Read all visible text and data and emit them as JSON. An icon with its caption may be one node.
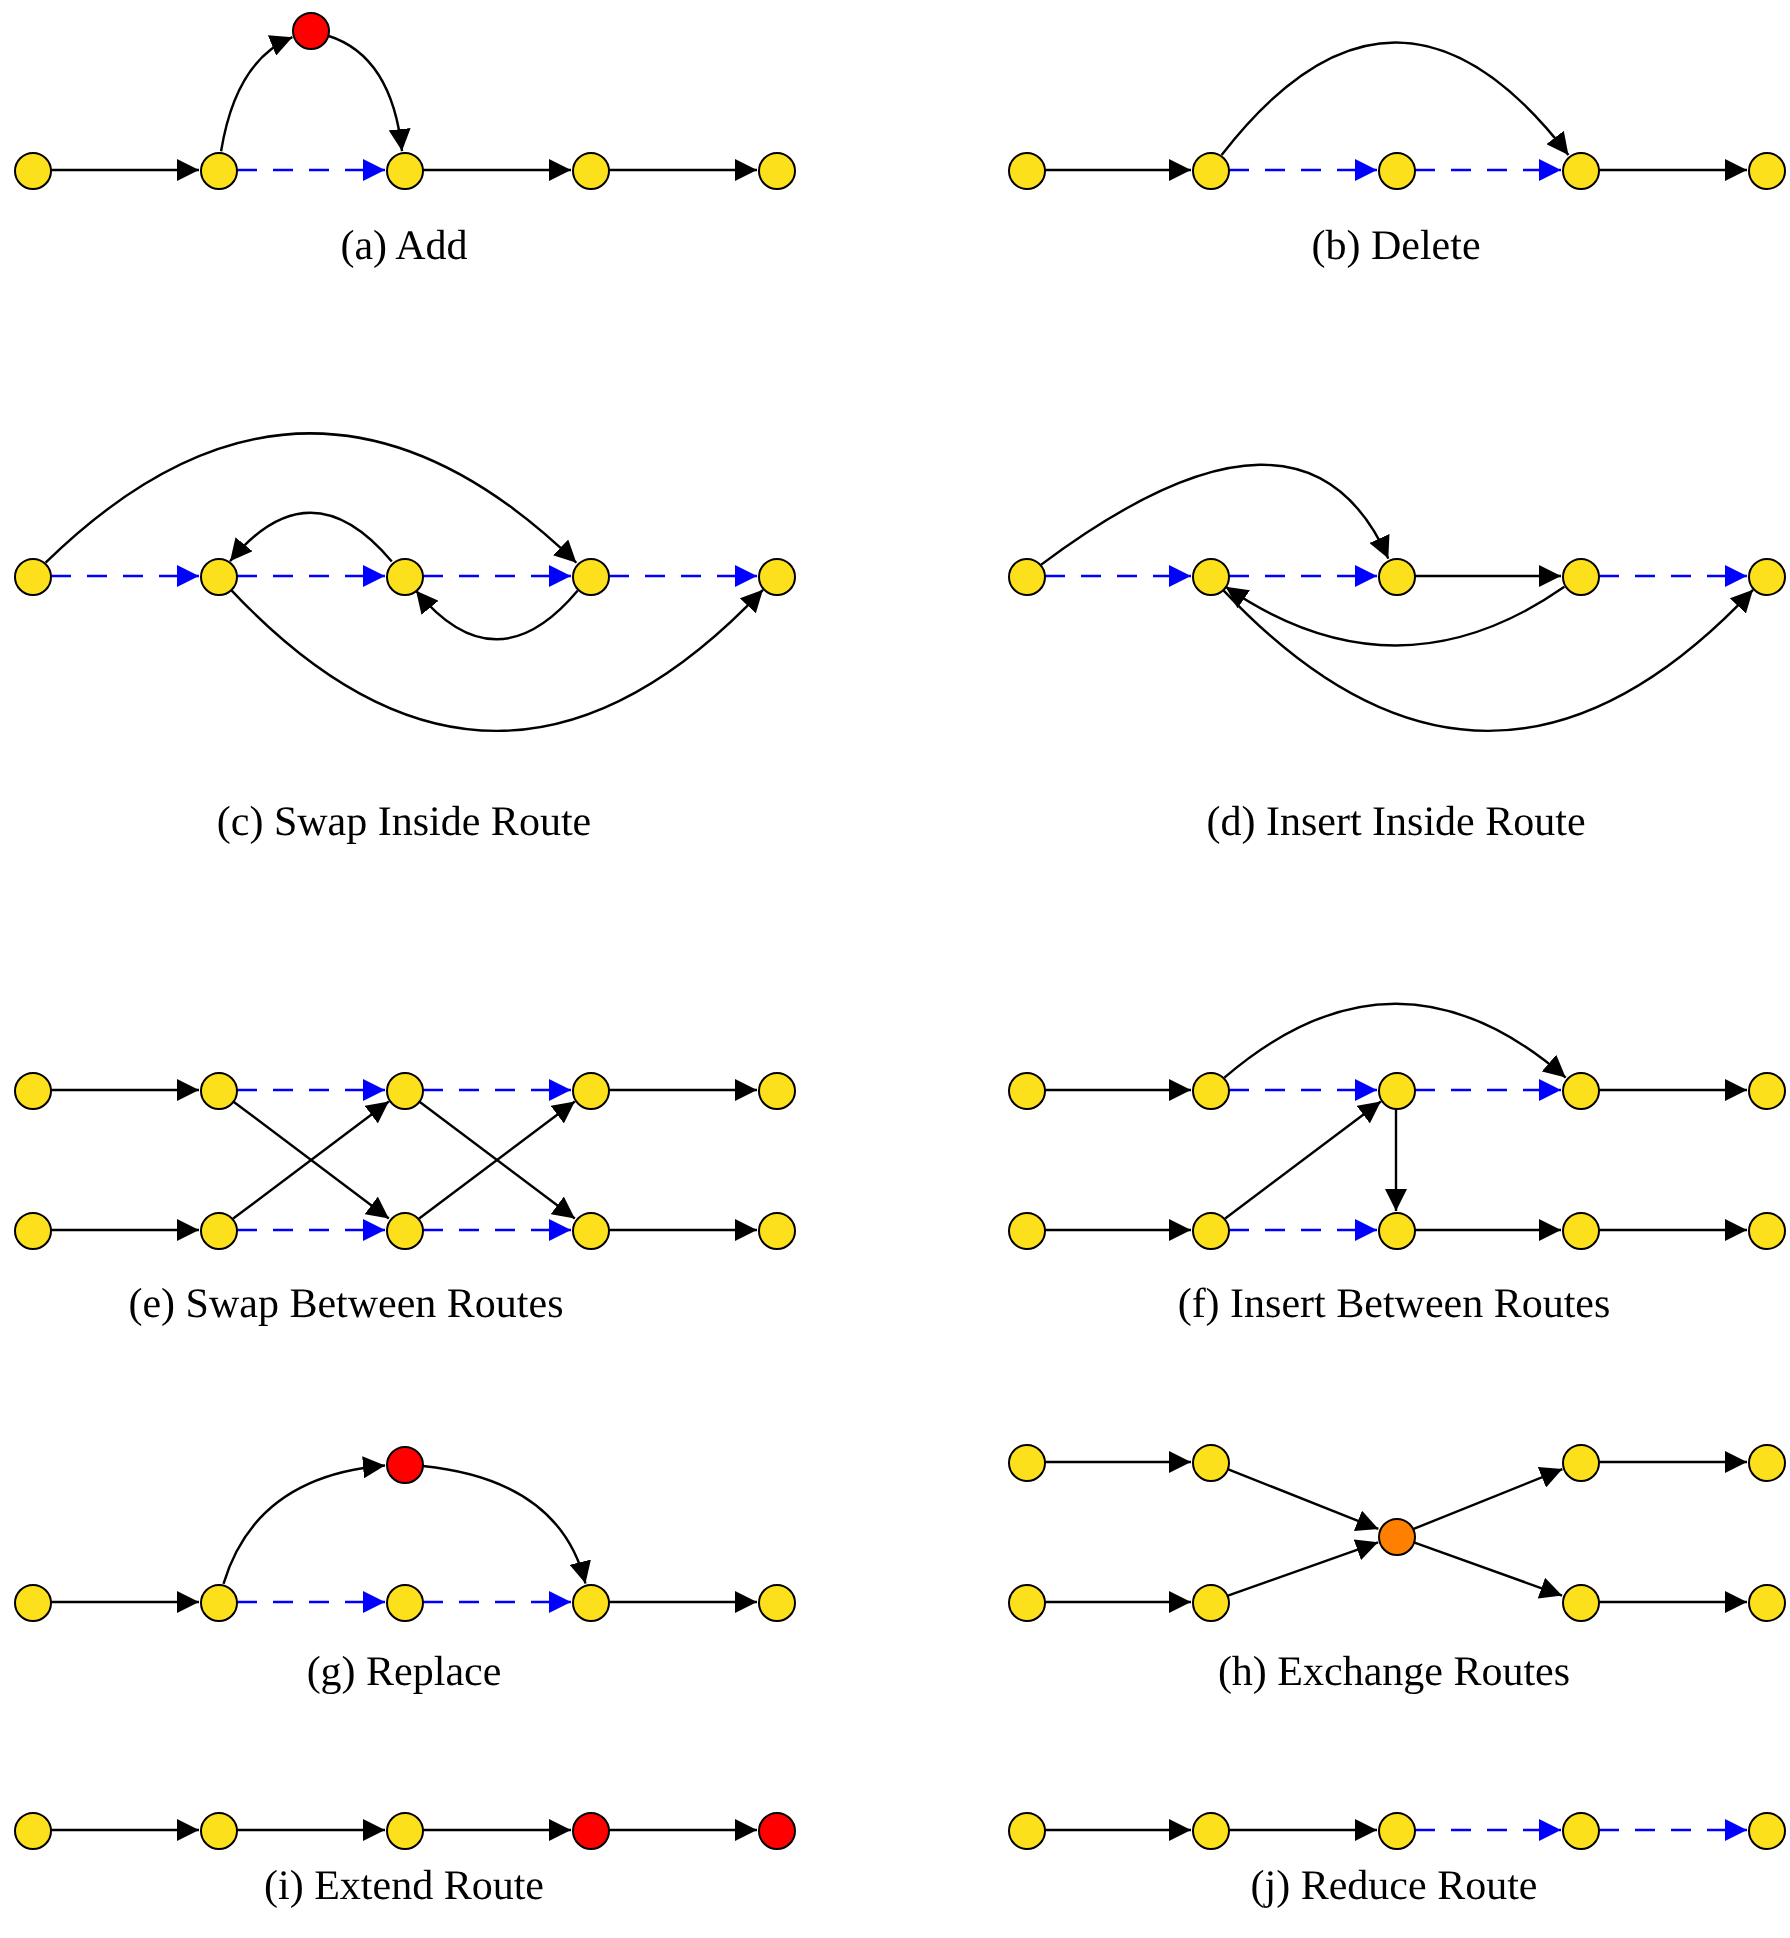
{
  "diagram": {
    "nodes": [
      {
        "text": [],
        "shape": "circle"
      },
      {
        "text": [],
        "shape": "circle"
      },
      {
        "text": [],
        "shape": "circle"
      },
      {
        "text": [],
        "shape": "circle"
      },
      {
        "text": [],
        "shape": "circle"
      },
      {
        "text": [],
        "shape": "circle"
      },
      {
        "text": [],
        "shape": "circle"
      },
      {
        "text": [],
        "shape": "circle"
      },
      {
        "text": [],
        "shape": "circle"
      },
      {
        "text": [],
        "shape": "circle"
      },
      {
        "text": [],
        "shape": "circle"
      },
      {
        "text": [],
        "shape": "circle"
      },
      {
        "text": [],
        "shape": "circle"
      },
      {
        "text": [],
        "shape": "circle"
      },
      {
        "text": [],
        "shape": "circle"
      },
      {
        "text": [],
        "shape": "circle"
      },
      {
        "text": [],
        "shape": "circle"
      },
      {
        "text": [],
        "shape": "circle"
      },
      {
        "text": [],
        "shape": "circle"
      },
      {
        "text": [],
        "shape": "circle"
      },
      {
        "text": [],
        "shape": "circle"
      },
      {
        "text": [],
        "shape": "circle"
      },
      {
        "text": [],
        "shape": "circle"
      },
      {
        "text": [],
        "shape": "circle"
      },
      {
        "text": [],
        "shape": "circle"
      },
      {
        "text": [],
        "shape": "circle"
      },
      {
        "text": [],
        "shape": "circle"
      },
      {
        "text": [],
        "shape": "circle"
      },
      {
        "text": [],
        "shape": "circle"
      },
      {
        "text": [],
        "shape": "circle"
      },
      {
        "text": [],
        "shape": "circle"
      },
      {
        "text": [],
        "shape": "circle"
      },
      {
        "text": [],
        "shape": "circle"
      },
      {
        "text": [],
        "shape": "circle"
      },
      {
        "text": [],
        "shape": "circle"
      },
      {
        "text": [],
        "shape": "circle"
      },
      {
        "text": [],
        "shape": "circle"
      },
      {
        "text": [],
        "shape": "circle"
      },
      {
        "text": [],
        "shape": "circle"
      },
      {
        "text": [],
        "shape": "circle"
      },
      {
        "text": [],
        "shape": "circle"
      },
      {
        "text": [],
        "shape": "circle"
      },
      {
        "text": [],
        "shape": "circle"
      },
      {
        "text": [],
        "shape": "circle"
      },
      {
        "text": [],
        "shape": "circle"
      },
      {
        "text": [],
        "shape": "circle"
      },
      {
        "text": [],
        "shape": "circle"
      },
      {
        "text": [],
        "shape": "circle"
      },
      {
        "text": [],
        "shape": "circle"
      },
      {
        "text": [],
        "shape": "circle"
      },
      {
        "text": [],
        "shape": "circle"
      },
      {
        "text": [],
        "shape": "circle"
      },
      {
        "text": [],
        "shape": "circle"
      },
      {
        "text": [],
        "shape": "circle"
      },
      {
        "text": [],
        "shape": "circle"
      },
      {
        "text": [],
        "shape": "circle"
      },
      {
        "text": [],
        "shape": "circle"
      },
      {
        "text": [],
        "shape": "circle"
      },
      {
        "text": [],
        "shape": "circle"
      },
      {
        "text": [],
        "shape": "circle"
      },
      {
        "text": [],
        "shape": "circle"
      },
      {
        "text": [],
        "shape": "circle"
      },
      {
        "text": [],
        "shape": "circle"
      },
      {
        "text": [],
        "shape": "circle"
      },
      {
        "text": [],
        "shape": "circle"
      },
      {
        "text": [],
        "shape": "circle"
      }
    ],
    "edges": [
      {
        "from": 0,
        "to": 1,
        "arrow": "to"
      },
      {
        "from": 1,
        "to": 2,
        "arrow": "to",
        "style": "dashed",
        "color": "#0000ff"
      },
      {
        "from": 1,
        "to": 5,
        "arrow": "to"
      },
      {
        "from": 5,
        "to": 2,
        "arrow": "to"
      },
      {
        "from": 2,
        "to": 3,
        "arrow": "to"
      },
      {
        "from": 3,
        "to": 4,
        "arrow": "to"
      },
      {
        "from": 6,
        "to": 7,
        "arrow": "to"
      },
      {
        "from": 7,
        "to": 8,
        "arrow": "to",
        "style": "dashed",
        "color": "#0000ff"
      },
      {
        "from": 8,
        "to": 9,
        "arrow": "to",
        "style": "dashed",
        "color": "#0000ff"
      },
      {
        "from": 7,
        "to": 9,
        "arrow": "to"
      },
      {
        "from": 9,
        "to": 10,
        "arrow": "to"
      },
      {
        "from": 11,
        "to": 12,
        "arrow": "to",
        "style": "dashed",
        "color": "#0000ff"
      },
      {
        "from": 12,
        "to": 13,
        "arrow": "to",
        "style": "dashed",
        "color": "#0000ff"
      },
      {
        "from": 13,
        "to": 14,
        "arrow": "to",
        "style": "dashed",
        "color": "#0000ff"
      },
      {
        "from": 14,
        "to": 15,
        "arrow": "to",
        "style": "dashed",
        "color": "#0000ff"
      },
      {
        "from": 11,
        "to": 14,
        "arrow": "to"
      },
      {
        "from": 13,
        "to": 12,
        "arrow": "to"
      },
      {
        "from": 14,
        "to": 13,
        "arrow": "to"
      },
      {
        "from": 12,
        "to": 15,
        "arrow": "to"
      },
      {
        "from": 16,
        "to": 17,
        "arrow": "to",
        "style": "dashed",
        "color": "#0000ff"
      },
      {
        "from": 17,
        "to": 18,
        "arrow": "to",
        "style": "dashed",
        "color": "#0000ff"
      },
      {
        "from": 18,
        "to": 19,
        "arrow": "to"
      },
      {
        "from": 19,
        "to": 20,
        "arrow": "to",
        "style": "dashed",
        "color": "#0000ff"
      },
      {
        "from": 16,
        "to": 18,
        "arrow": "to"
      },
      {
        "from": 19,
        "to": 17,
        "arrow": "to"
      },
      {
        "from": 17,
        "to": 20,
        "arrow": "to"
      },
      {
        "from": 21,
        "to": 22,
        "arrow": "to"
      },
      {
        "from": 22,
        "to": 23,
        "arrow": "to",
        "style": "dashed",
        "color": "#0000ff"
      },
      {
        "from": 23,
        "to": 24,
        "arrow": "to",
        "style": "dashed",
        "color": "#0000ff"
      },
      {
        "from": 24,
        "to": 25,
        "arrow": "to"
      },
      {
        "from": 26,
        "to": 27,
        "arrow": "to"
      },
      {
        "from": 27,
        "to": 28,
        "arrow": "to",
        "style": "dashed",
        "color": "#0000ff"
      },
      {
        "from": 28,
        "to": 29,
        "arrow": "to",
        "style": "dashed",
        "color": "#0000ff"
      },
      {
        "from": 29,
        "to": 30,
        "arrow": "to"
      },
      {
        "from": 22,
        "to": 28,
        "arrow": "to"
      },
      {
        "from": 27,
        "to": 23,
        "arrow": "to"
      },
      {
        "from": 23,
        "to": 29,
        "arrow": "to"
      },
      {
        "from": 28,
        "to": 24,
        "arrow": "to"
      },
      {
        "from": 31,
        "to": 32,
        "arrow": "to"
      },
      {
        "from": 32,
        "to": 33,
        "arrow": "to",
        "style": "dashed",
        "color": "#0000ff"
      },
      {
        "from": 33,
        "to": 34,
        "arrow": "to",
        "style": "dashed",
        "color": "#0000ff"
      },
      {
        "from": 34,
        "to": 35,
        "arrow": "to"
      },
      {
        "from": 32,
        "to": 34,
        "arrow": "to"
      },
      {
        "from": 36,
        "to": 37,
        "arrow": "to"
      },
      {
        "from": 37,
        "to": 38,
        "arrow": "to",
        "style": "dashed",
        "color": "#0000ff"
      },
      {
        "from": 38,
        "to": 39,
        "arrow": "to"
      },
      {
        "from": 39,
        "to": 40,
        "arrow": "to"
      },
      {
        "from": 37,
        "to": 33,
        "arrow": "to"
      },
      {
        "from": 33,
        "to": 38,
        "arrow": "to"
      },
      {
        "from": 41,
        "to": 42,
        "arrow": "to"
      },
      {
        "from": 42,
        "to": 43,
        "arrow": "to",
        "style": "dashed",
        "color": "#0000ff"
      },
      {
        "from": 43,
        "to": 44,
        "arrow": "to",
        "style": "dashed",
        "color": "#0000ff"
      },
      {
        "from": 42,
        "to": 46,
        "arrow": "to"
      },
      {
        "from": 46,
        "to": 44,
        "arrow": "to"
      },
      {
        "from": 44,
        "to": 45,
        "arrow": "to"
      },
      {
        "from": 47,
        "to": 48,
        "arrow": "to"
      },
      {
        "from": 48,
        "to": 51,
        "arrow": "to"
      },
      {
        "from": 51,
        "to": 49,
        "arrow": "to"
      },
      {
        "from": 49,
        "to": 50,
        "arrow": "to"
      },
      {
        "from": 52,
        "to": 53,
        "arrow": "to"
      },
      {
        "from": 53,
        "to": 51,
        "arrow": "to"
      },
      {
        "from": 51,
        "to": 54,
        "arrow": "to"
      },
      {
        "from": 54,
        "to": 55,
        "arrow": "to"
      },
      {
        "from": 56,
        "to": 57,
        "arrow": "to"
      },
      {
        "from": 57,
        "to": 58,
        "arrow": "to"
      },
      {
        "from": 58,
        "to": 59,
        "arrow": "to"
      },
      {
        "from": 59,
        "to": 60,
        "arrow": "to"
      },
      {
        "from": 61,
        "to": 62,
        "arrow": "to"
      },
      {
        "from": 62,
        "to": 63,
        "arrow": "to"
      },
      {
        "from": 63,
        "to": 64,
        "arrow": "to",
        "style": "dashed",
        "color": "#0000ff"
      },
      {
        "from": 64,
        "to": 65,
        "arrow": "to",
        "style": "dashed",
        "color": "#0000ff"
      }
    ],
    "labels": [
      "(a) Add",
      "(b) Delete",
      "(c) Swap Inside Route",
      "(d) Insert Inside Route",
      "(e) Swap Between Routes",
      "(f) Insert Between Routes",
      "(g) Replace",
      "(h) Exchange Routes",
      "(i) Extend Route",
      "(j) Reduce Route"
    ]
  }
}
